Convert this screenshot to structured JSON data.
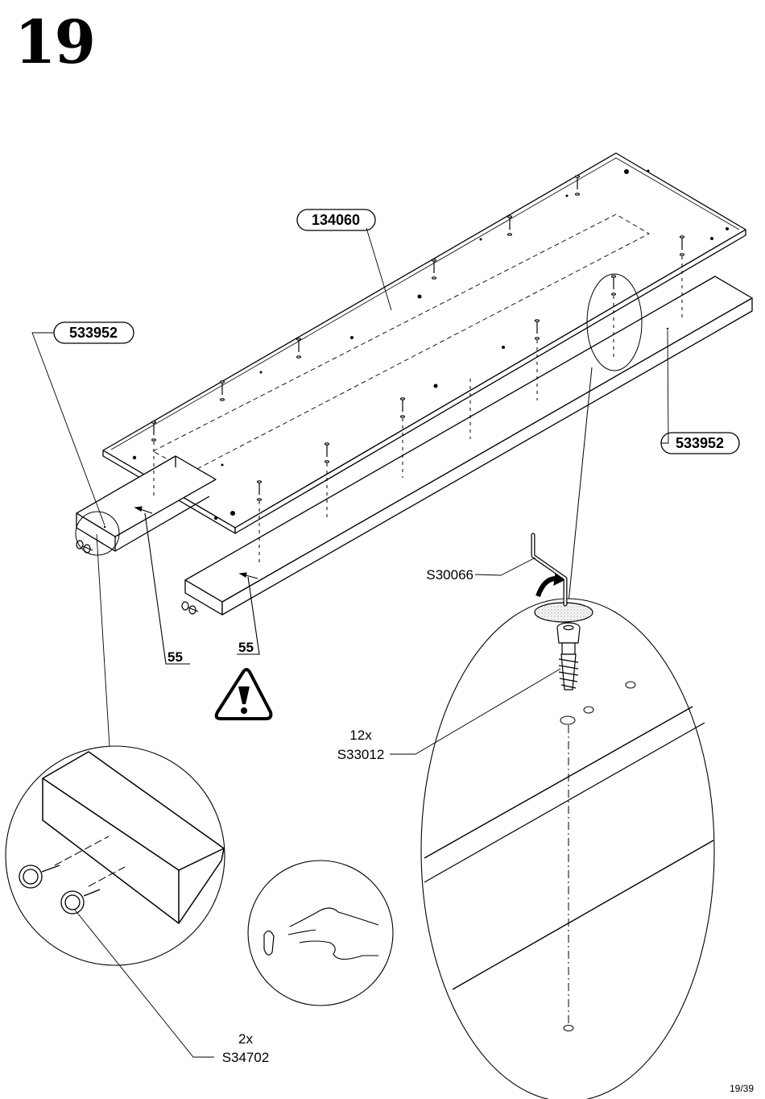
{
  "step": {
    "number": "19"
  },
  "page": {
    "number": "19/39"
  },
  "parts": {
    "panel_id": "134060",
    "rail_left_id": "533952",
    "rail_right_id": "533952"
  },
  "dimensions": {
    "left_offset": "55",
    "right_offset": "55"
  },
  "hardware": {
    "tool_id": "S30066",
    "screw_qty": "12x",
    "screw_id": "S33012",
    "glide_qty": "2x",
    "glide_id": "S34702"
  },
  "warning": {
    "icon": "warning-triangle-icon"
  }
}
